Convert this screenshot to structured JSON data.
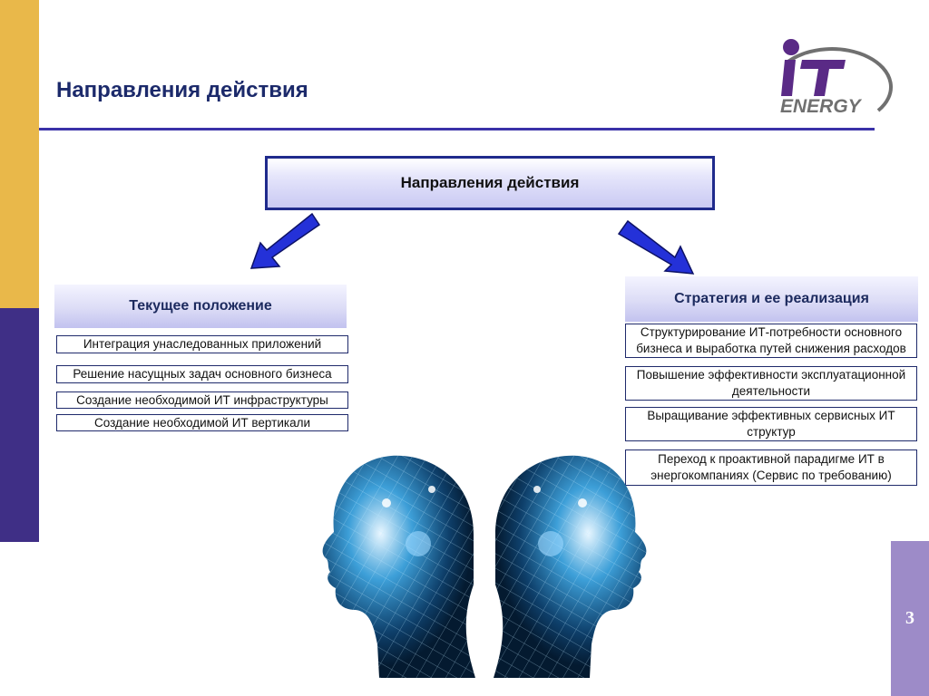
{
  "slide": {
    "title": "Направления действия",
    "page_number": "3"
  },
  "logo": {
    "text_top": "IT",
    "text_bottom": "ENERGY",
    "colors": {
      "purple": "#5a2a86",
      "grey": "#707070",
      "gold": "#c9a232"
    }
  },
  "top_box": {
    "label": "Направления действия"
  },
  "left_column": {
    "header": "Текущее положение",
    "items": [
      "Интеграция унаследованных приложений",
      "Решение насущных задач основного бизнеса",
      "Создание необходимой ИТ инфраструктуры",
      "Создание необходимой ИТ вертикали"
    ]
  },
  "right_column": {
    "header": "Стратегия и ее реализация",
    "items": [
      "Структурирование ИТ-потребности основного бизнеса и выработка путей снижения расходов",
      "Повышение эффективности эксплуатационной деятельности",
      "Выращивание эффективных сервисных ИТ структур",
      "Переход к проактивной парадигме ИТ в энергокомпаниях (Сервис по требованию)"
    ]
  },
  "colors": {
    "title": "#1c2a6b",
    "rule": "#3a32a8",
    "arrow_fill": "#2431d8",
    "gold_stripe": "#e9b84a",
    "purple_stripe": "#3f2f86",
    "page_box": "#9d8bc8"
  }
}
